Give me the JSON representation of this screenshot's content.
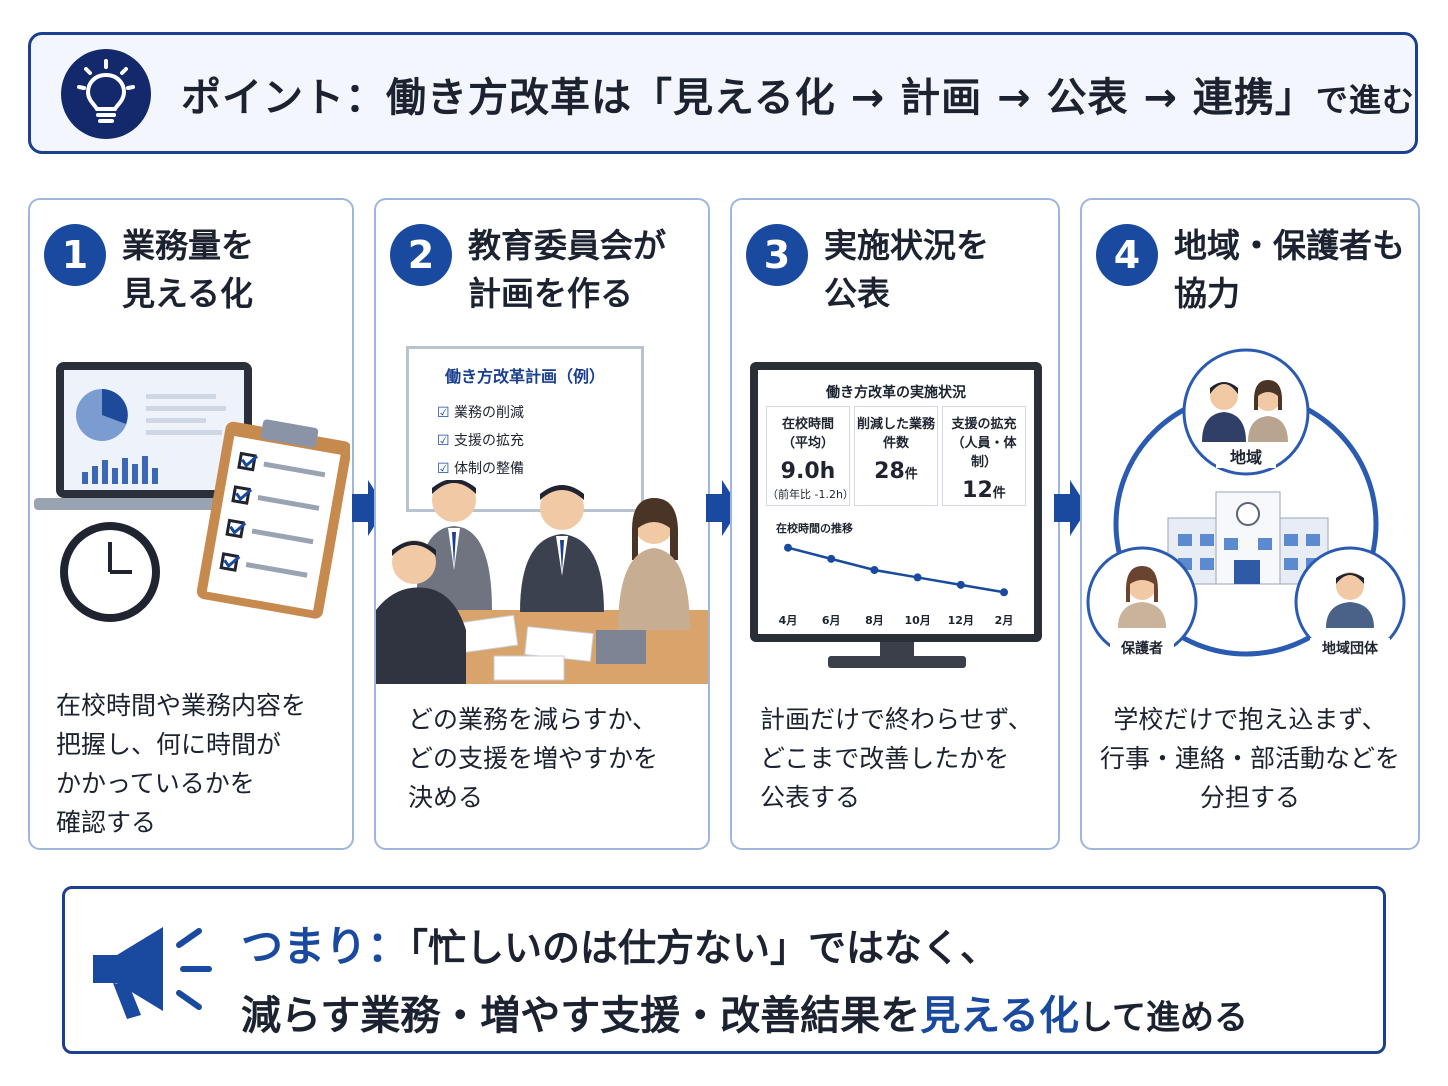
{
  "header": {
    "title": "ポイント：働き方改革は「見える化 → 計画 → 公表 → 連携」",
    "title_tail": "で進む"
  },
  "steps": [
    {
      "number": "1",
      "title": "業務量を\n見える化",
      "description": "在校時間や業務内容を\n把握し、何に時間が\nかかっているかを\n確認する"
    },
    {
      "number": "2",
      "title": "教育委員会が\n計画を作る",
      "description": "どの業務を減らすか、\nどの支援を増やすかを\n決める",
      "board": {
        "title": "働き方改革計画（例）",
        "items": [
          "業務の削減",
          "支援の拡充",
          "体制の整備"
        ]
      }
    },
    {
      "number": "3",
      "title": "実施状況を\n公表",
      "description": "計画だけで終わらせず、\nどこまで改善したかを\n公表する",
      "monitor": {
        "title": "働き方改革の実施状況",
        "stats": [
          {
            "label1": "在校時間",
            "label2": "（平均）",
            "value": "9.0h",
            "unit": "",
            "note": "（前年比 -1.2h）"
          },
          {
            "label1": "削減した業務",
            "label2": "件数",
            "value": "28",
            "unit": "件",
            "note": ""
          },
          {
            "label1": "支援の拡充",
            "label2": "（人員・体制）",
            "value": "12",
            "unit": "件",
            "note": ""
          }
        ],
        "chart_title": "在校時間の推移"
      }
    },
    {
      "number": "4",
      "title": "地域・保護者も\n協力",
      "description": "学校だけで抱え込まず、\n行事・連絡・部活動などを\n分担する",
      "roles": [
        "地域",
        "保護者",
        "地域団体"
      ]
    }
  ],
  "chart_data": {
    "type": "line",
    "title": "在校時間の推移",
    "categories": [
      "4月",
      "6月",
      "8月",
      "10月",
      "12月",
      "2月"
    ],
    "values": [
      10.2,
      9.9,
      9.6,
      9.4,
      9.2,
      9.0
    ]
  },
  "summary": {
    "lead": "つまり：",
    "line1": "「忙しいのは仕方ない」ではなく、",
    "line2_a": "減らす業務・増やす支援・改善結果を",
    "line2_highlight": "見える化",
    "line2_b": "して進める"
  },
  "colors": {
    "accent": "#1a4aa0",
    "navy": "#13296b",
    "border": "#9fb6dc"
  }
}
